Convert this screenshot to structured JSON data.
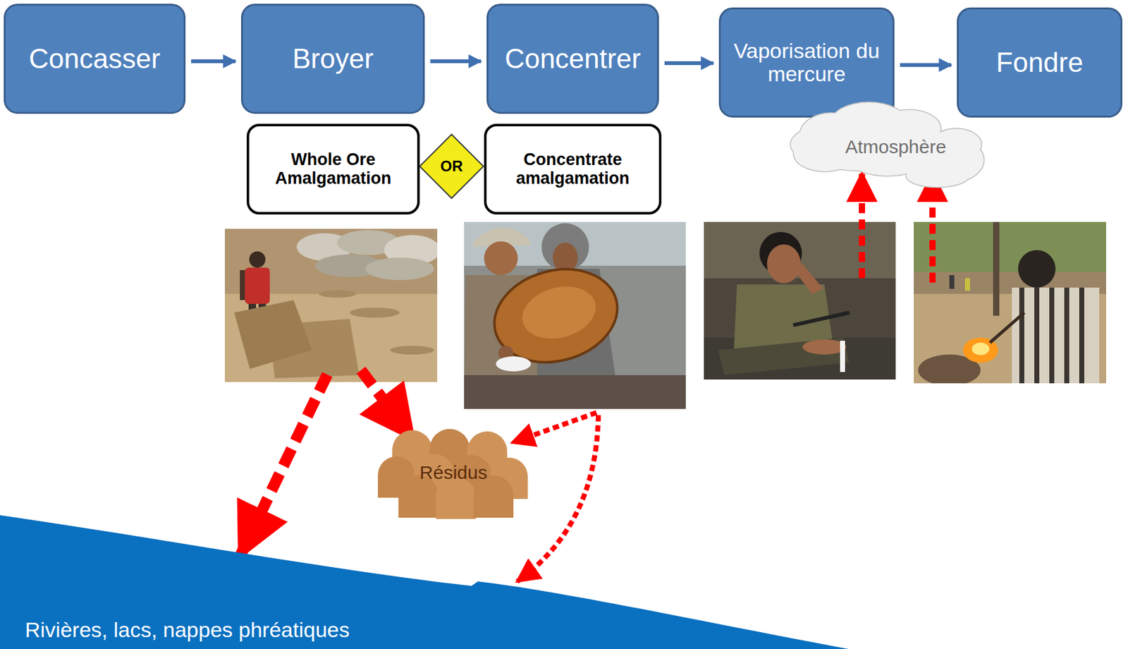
{
  "diagram": {
    "nodes": [
      {
        "text": [
          "Concasser"
        ]
      },
      {
        "text": [
          "Broyer"
        ]
      },
      {
        "text": [
          "Concentrer"
        ]
      },
      {
        "text": [
          "Vaporisation du mercure"
        ]
      },
      {
        "text": [
          "Fondre"
        ]
      },
      {
        "text": [
          "Whole Ore Amalgamation"
        ]
      },
      {
        "text": [
          "OR"
        ]
      },
      {
        "text": [
          "Concentrate amalgamation"
        ]
      },
      {
        "text": [
          "Atmosphère"
        ]
      },
      {
        "text": [
          "Résidus"
        ]
      },
      {
        "text": [
          "Rivières, lacs, nappes phréatiques"
        ]
      }
    ],
    "edges": [
      {
        "from": 0,
        "to": 1,
        "arrow": "to"
      },
      {
        "from": 1,
        "to": 2,
        "arrow": "to"
      },
      {
        "from": 2,
        "to": 3,
        "arrow": "to"
      },
      {
        "from": 3,
        "to": 4,
        "arrow": "to"
      }
    ]
  }
}
